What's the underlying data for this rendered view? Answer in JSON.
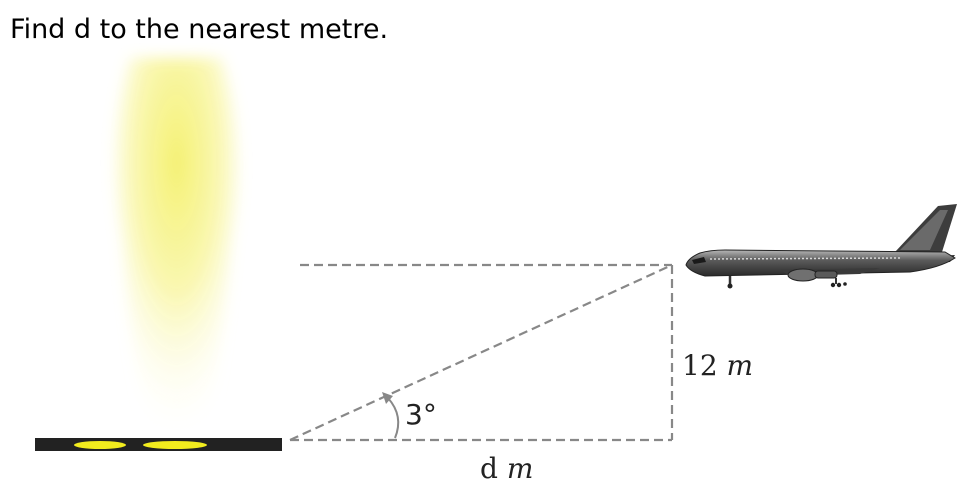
{
  "question": "Find d to the nearest metre.",
  "labels": {
    "angle": "3°",
    "height_value": "12 ",
    "height_unit": "m",
    "distance_var": "d ",
    "distance_unit": "m"
  },
  "colors": {
    "beam": "#f6f27a",
    "runway": "#222222",
    "runway_light": "#f2ec1e",
    "dashed_line": "#888888",
    "aircraft_body": "#4a4a4a"
  },
  "icons": {
    "aircraft": "airplane-icon",
    "runway": "runway-strip",
    "light_beam": "light-beam"
  }
}
